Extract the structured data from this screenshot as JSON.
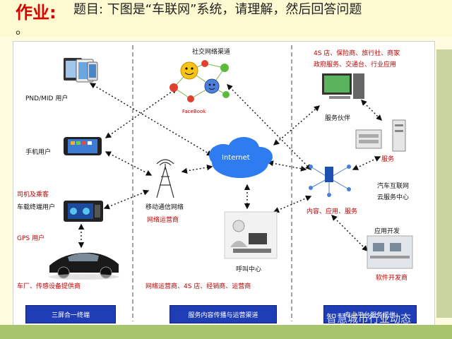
{
  "header": {
    "homework_label": "作业:",
    "question": "题目: 下图是“车联网”系统，请理解，然后回答问题",
    "question_tail": "。"
  },
  "diagram": {
    "social_channel": "社交网络渠道",
    "pnd_user": "PND/MID 用户",
    "phone_user": "手机用户",
    "driver_passenger": "司机及乘客",
    "vehicle_terminal_user": "车载终端用户",
    "gps_user": "GPS 用户",
    "car_maker_sensor": "车厂、传感设备提供商",
    "mobile_network": "移动通信网络",
    "network_operator": "网络运营商",
    "internet": "Internet",
    "call_center": "呼叫中心",
    "column2_providers": "网络运营商、4S 店、经销商、运营商",
    "service_orgs_line1": "4S 店、保险商、旅行社、商家",
    "service_orgs_line2": "政府服务、交通台、行业应用",
    "service_partner": "服务伙伴",
    "server": "服务",
    "cloud_line1": "汽车互联网",
    "cloud_line2": "云服务中心",
    "content_app_service": "内容、应用、服务",
    "app_dev": "应用开发",
    "software_dev": "软件开发商",
    "facebook": "FaceBook"
  },
  "footer": {
    "col1": "三屏合一终端",
    "col2": "服务内容传播与运营渠道",
    "col3": "专业平台服务提供",
    "watermark": "智慧城市行业动态"
  },
  "colors": {
    "title_red": "#d80000",
    "label_red": "#c40000",
    "footer_blue": "#1f3db5",
    "cloud_blue": "#2e7cf0",
    "bar_green": "#a7c56d"
  }
}
